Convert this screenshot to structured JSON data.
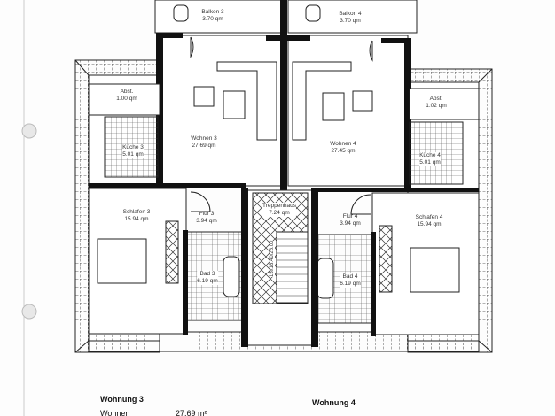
{
  "rooms": {
    "balkon3": {
      "name": "Balkon 3",
      "area": "3.70 qm"
    },
    "balkon4": {
      "name": "Balkon 4",
      "area": "3.70 qm"
    },
    "wohnen3": {
      "name": "Wohnen 3",
      "area": "27.69 qm"
    },
    "wohnen4": {
      "name": "Wohnen 4",
      "area": "27.45 qm"
    },
    "abst3": {
      "name": "Abst.",
      "area": "1.00 qm"
    },
    "abst4": {
      "name": "Abst.",
      "area": "1.02 qm"
    },
    "kueche3": {
      "name": "Küche 3",
      "area": "5.01 qm"
    },
    "kueche4": {
      "name": "Küche 4",
      "area": "5.01 qm"
    },
    "schlafen3": {
      "name": "Schlafen 3",
      "area": "15.94 qm"
    },
    "schlafen4": {
      "name": "Schlafen 4",
      "area": "15.94 qm"
    },
    "flur3": {
      "name": "Flur 3",
      "area": "3.94 qm"
    },
    "flur4": {
      "name": "Flur 4",
      "area": "3.94 qm"
    },
    "bad3": {
      "name": "Bad 3",
      "area": "6.19 qm"
    },
    "bad4": {
      "name": "Bad 4",
      "area": "6.19 qm"
    },
    "treppenhaus": {
      "name": "Treppenhaus",
      "area": "7.24 qm"
    }
  },
  "stair_label": "15x18.40/26.00",
  "legend": {
    "w3_title": "Wohnung 3",
    "w3_row_label": "Wohnen",
    "w3_row_value": "27.69 m²",
    "w4_title": "Wohnung 4"
  }
}
